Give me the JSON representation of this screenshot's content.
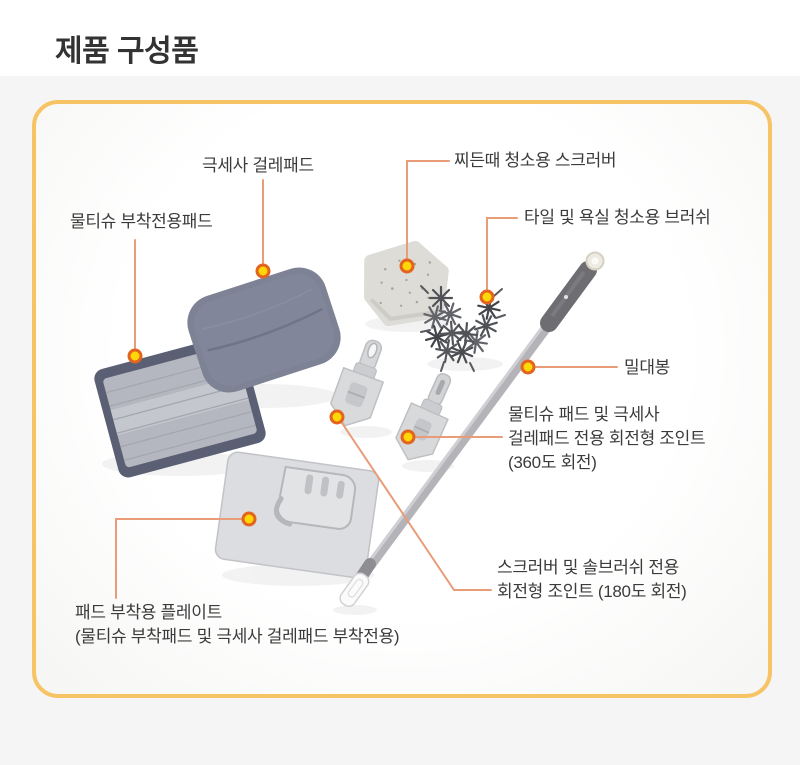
{
  "page": {
    "title": "제품 구성품"
  },
  "colors": {
    "panel_border": "#f6c464",
    "page_band": "#f5f5f6",
    "leader_line": "#e89c78",
    "marker_fill": "#ffd608",
    "marker_ring": "#e2641e",
    "title_text": "#333333",
    "label_text": "#3b3b3b"
  },
  "components": {
    "microfiber_pad": {
      "label": "극세사 걸레패드"
    },
    "wetwipe_pad": {
      "label": "물티슈 부착전용패드"
    },
    "scrubber": {
      "label": "찌든때 청소용 스크러버"
    },
    "brush": {
      "label": "타일 및 욕실 청소용 브러쉬"
    },
    "pole": {
      "label": "밀대봉"
    },
    "joint_360": {
      "lines": [
        "물티슈 패드 및 극세사",
        "걸레패드 전용 회전형 조인트",
        "(360도 회전)"
      ]
    },
    "joint_180": {
      "lines": [
        "스크러버 및 솔브러쉬 전용",
        "회전형 조인트 (180도 회전)"
      ]
    },
    "plate": {
      "lines": [
        "패드 부착용 플레이트",
        "(물티슈 부착패드 및 극세사 걸레패드 부착전용)"
      ]
    }
  }
}
